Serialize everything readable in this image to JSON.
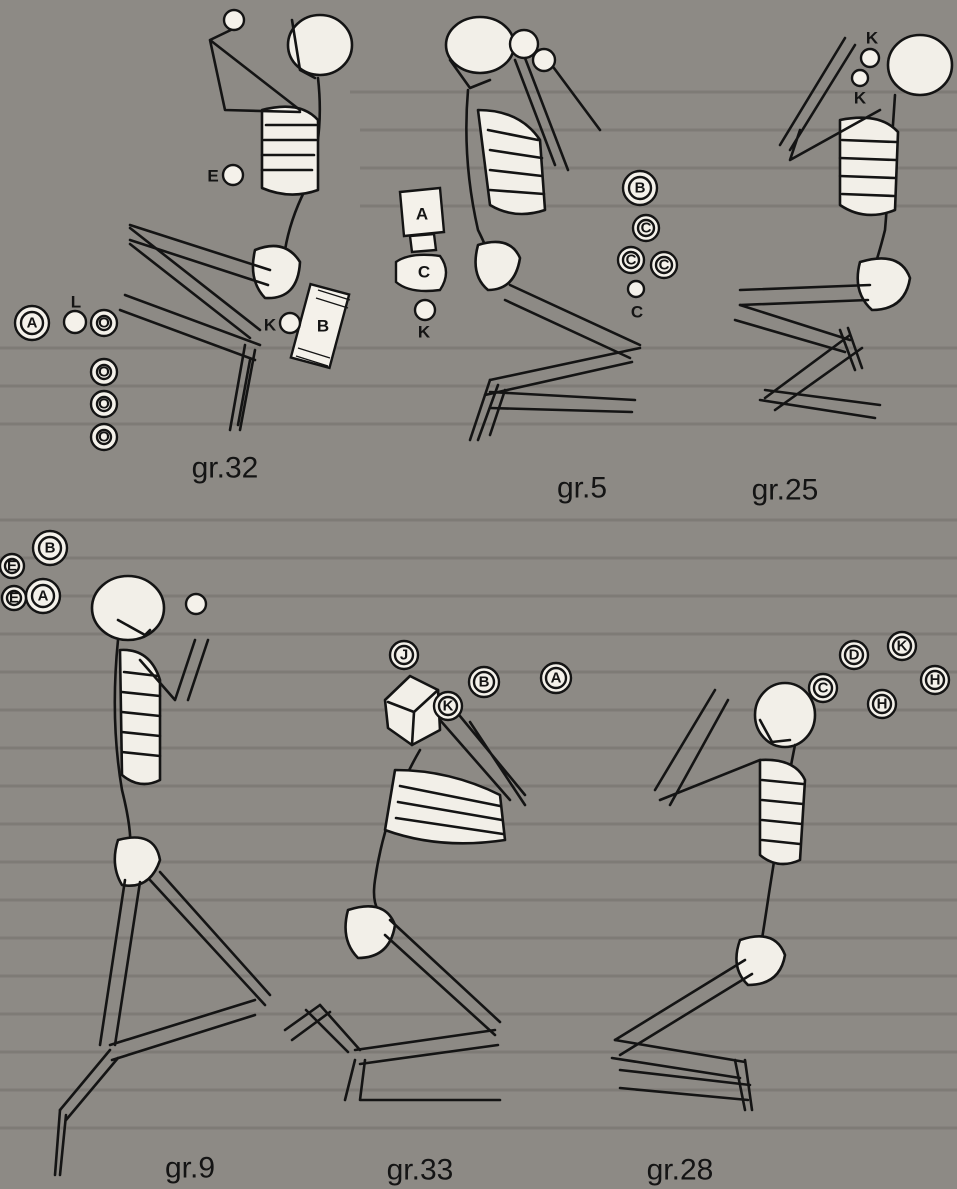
{
  "figures": [
    {
      "id": "gr32",
      "caption": "gr.32",
      "markers": [
        {
          "label": "A",
          "style": "double"
        },
        {
          "label": "L",
          "style": "caption"
        },
        {
          "label": "",
          "style": "single"
        },
        {
          "label": "O",
          "style": "double"
        },
        {
          "label": "O",
          "style": "double"
        },
        {
          "label": "O",
          "style": "double"
        },
        {
          "label": "O",
          "style": "double"
        },
        {
          "label": "E",
          "style": "caption"
        },
        {
          "label": "K",
          "style": "caption"
        },
        {
          "label": "B",
          "style": "object"
        }
      ]
    },
    {
      "id": "gr5",
      "caption": "gr.5",
      "markers": [
        {
          "label": "A",
          "style": "object"
        },
        {
          "label": "C",
          "style": "object"
        },
        {
          "label": "K",
          "style": "caption"
        },
        {
          "label": "B",
          "style": "double"
        },
        {
          "label": "C",
          "style": "double"
        },
        {
          "label": "C",
          "style": "double"
        },
        {
          "label": "C",
          "style": "double"
        },
        {
          "label": "C",
          "style": "caption"
        }
      ]
    },
    {
      "id": "gr25",
      "caption": "gr.25",
      "markers": [
        {
          "label": "K",
          "style": "caption"
        },
        {
          "label": "K",
          "style": "caption"
        }
      ]
    },
    {
      "id": "gr9",
      "caption": "gr.9",
      "markers": [
        {
          "label": "E",
          "style": "double"
        },
        {
          "label": "B",
          "style": "double"
        },
        {
          "label": "E",
          "style": "double"
        },
        {
          "label": "A",
          "style": "double"
        }
      ]
    },
    {
      "id": "gr33",
      "caption": "gr.33",
      "markers": [
        {
          "label": "J",
          "style": "double"
        },
        {
          "label": "B",
          "style": "double"
        },
        {
          "label": "A",
          "style": "double"
        },
        {
          "label": "K",
          "style": "double"
        }
      ]
    },
    {
      "id": "gr28",
      "caption": "gr.28",
      "markers": [
        {
          "label": "D",
          "style": "double"
        },
        {
          "label": "K",
          "style": "double"
        },
        {
          "label": "C",
          "style": "double"
        },
        {
          "label": "H",
          "style": "double"
        },
        {
          "label": "H",
          "style": "double"
        }
      ]
    }
  ]
}
